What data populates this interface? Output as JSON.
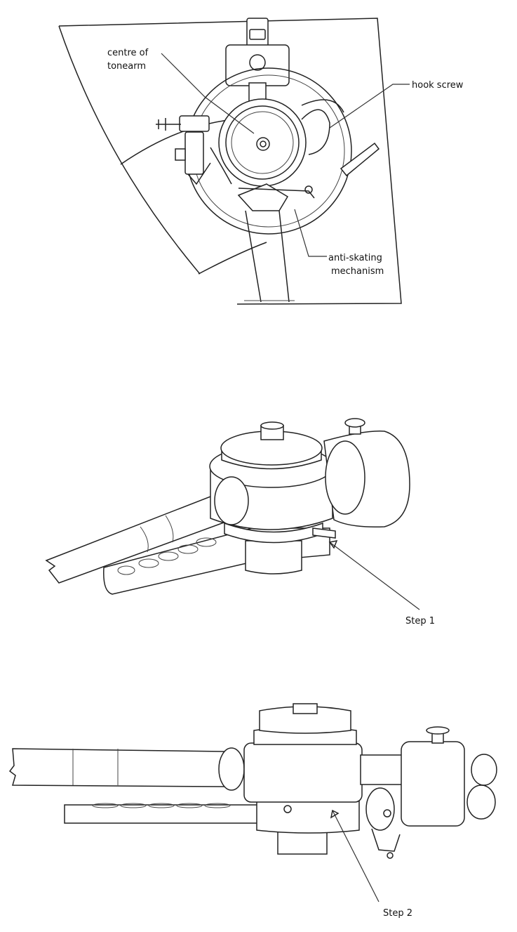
{
  "figure1": {
    "labels": {
      "centre": [
        "centre of",
        "tonearm"
      ],
      "hook_screw": "hook screw",
      "anti_skating": [
        "anti-skating",
        "mechanism"
      ]
    }
  },
  "figure2": {
    "step_label": "Step 1"
  },
  "figure3": {
    "step_label": "Step 2"
  }
}
